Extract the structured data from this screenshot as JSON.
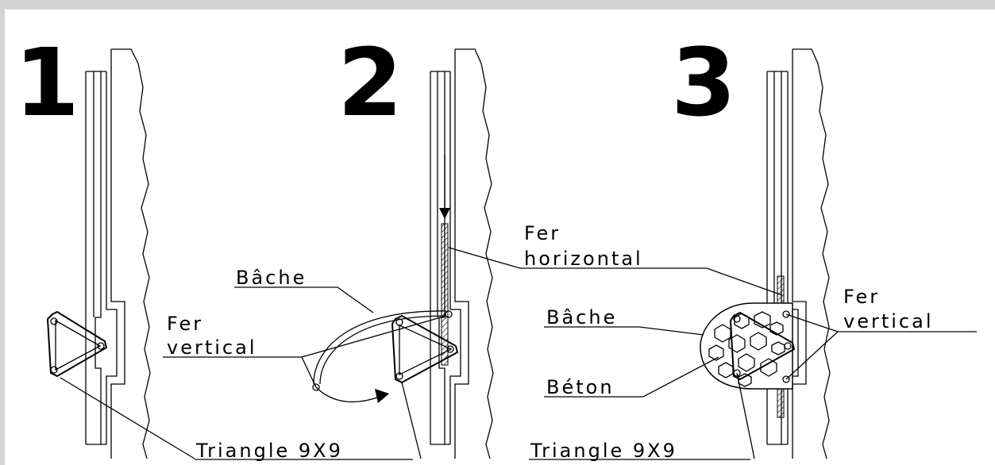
{
  "steps": [
    {
      "number": "1"
    },
    {
      "number": "2"
    },
    {
      "number": "3"
    }
  ],
  "labels": {
    "triangle_1": "Triangle 9X9",
    "bache_2": "Bâche",
    "fer_2": "Fer",
    "vertical_2": "vertical",
    "fer_horizontal_1": "Fer",
    "fer_horizontal_2": "horizontal",
    "triangle_2": "Triangle 9X9",
    "bache_3": "Bâche",
    "beton_3": "Béton",
    "fer_3": "Fer",
    "vertical_3": "vertical"
  },
  "colors": {
    "background": "#d4d4d4",
    "panel": "#ffffff",
    "ink": "#000000"
  }
}
